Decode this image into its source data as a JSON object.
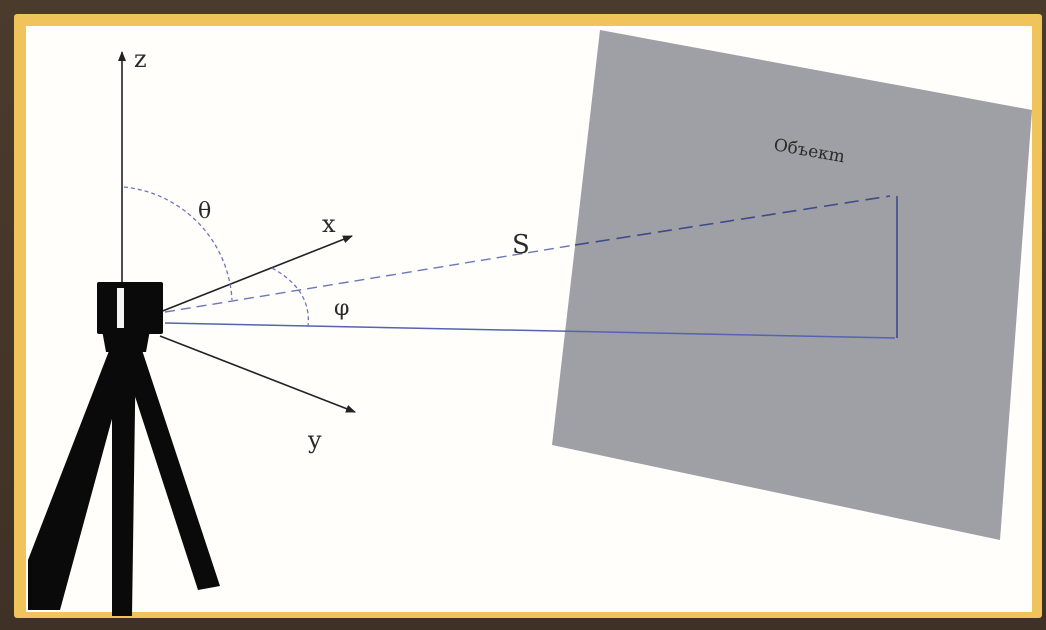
{
  "colors": {
    "frame_background": "#4a3a2c",
    "border": "#f0c45a",
    "panel_background": "#fffefb",
    "object_fill": "#9f9fa6",
    "axis_color": "#222222",
    "dashed_color": "#5b6aa8",
    "instrument_color": "#0a0a0a"
  },
  "labels": {
    "z": "z",
    "x": "x",
    "y": "y",
    "theta": "θ",
    "phi": "φ",
    "S": "S",
    "object": "Объекm"
  }
}
